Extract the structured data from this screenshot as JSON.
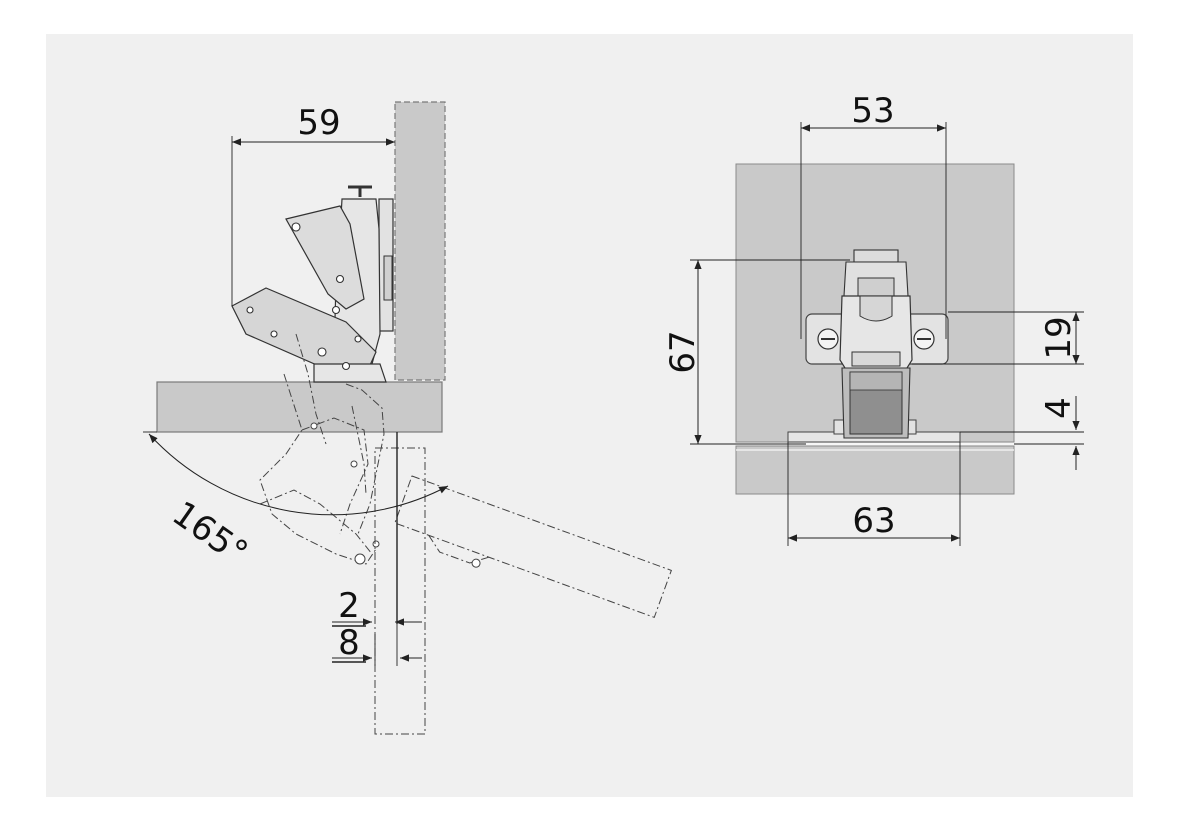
{
  "colors": {
    "background": "#f0f0f0",
    "panel_fill": "#c9c9c9",
    "panel_edge": "#8a8a8a",
    "line": "#222222"
  },
  "dimensions": {
    "overlay": "59",
    "opening_angle": "165°",
    "gap": "2",
    "door_thickness_offset": "8",
    "plate_width": "53",
    "cup_depth": "67",
    "plate_height": "19",
    "plate_offset": "4",
    "base_width": "63"
  }
}
